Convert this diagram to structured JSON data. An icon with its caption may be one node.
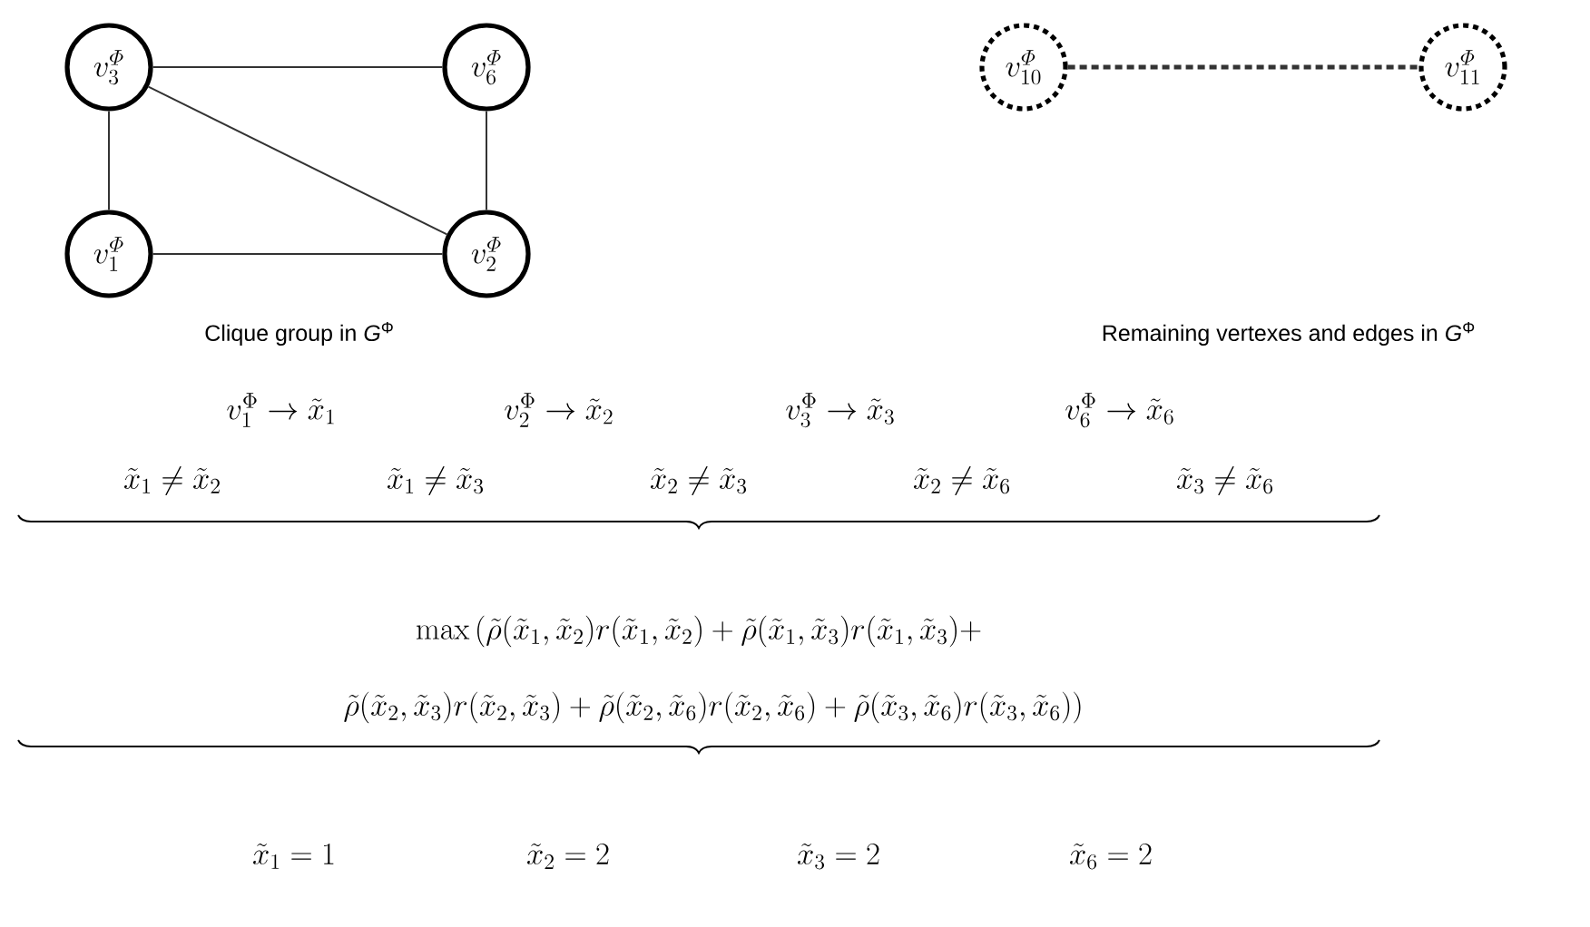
{
  "diagram": {
    "nodes": [
      {
        "text": [
          "v_{3}^{\\mathnormal{\\Phi}}"
        ]
      },
      {
        "text": [
          "v_{6}^{\\mathnormal{\\Phi}}"
        ]
      },
      {
        "text": [
          "v_{1}^{\\mathnormal{\\Phi}}"
        ]
      },
      {
        "text": [
          "v_{2}^{\\mathnormal{\\Phi}}"
        ]
      },
      {
        "text": [
          "v_{10}^{\\mathnormal{\\Phi}}"
        ]
      },
      {
        "text": [
          "v_{11}^{\\mathnormal{\\Phi}}"
        ]
      }
    ],
    "edges": [
      {
        "from": 0,
        "to": 1,
        "arrow": "none"
      },
      {
        "from": 0,
        "to": 2,
        "arrow": "none"
      },
      {
        "from": 0,
        "to": 3,
        "arrow": "none"
      },
      {
        "from": 1,
        "to": 3,
        "arrow": "none"
      },
      {
        "from": 2,
        "to": 3,
        "arrow": "none"
      },
      {
        "from": 4,
        "to": 5,
        "arrow": "none",
        "style": "dashed"
      }
    ],
    "labels": [
      "Clique group in *G*$^{Φ}$",
      "Remaining vertexes and edges in *G*$^{Φ}$",
      "v_{1}^{\\Phi} \\rightarrow \\tilde{x}_{1}",
      "v_{2}^{\\Phi} \\rightarrow \\tilde{x}_{2}",
      "v_{3}^{\\Phi} \\rightarrow \\tilde{x}_{3}",
      "v_{6}^{\\Phi} \\rightarrow \\tilde{x}_{6}",
      "\\tilde{x}_{1} \\neq \\tilde{x}_{2}",
      "\\tilde{x}_{1} \\neq \\tilde{x}_{3}",
      "\\tilde{x}_{2} \\neq \\tilde{x}_{3}",
      "\\tilde{x}_{2} \\neq \\tilde{x}_{6}",
      "\\tilde{x}_{3} \\neq \\tilde{x}_{6}",
      "\\max\\Big(\\tilde{\\rho}(\\tilde{x}_{1},\\tilde{x}_{2})r(\\tilde{x}_{1},\\tilde{x}_{2})+\\tilde{\\rho}(\\tilde{x}_{1},\\tilde{x}_{3})r(\\tilde{x}_{1},\\tilde{x}_{3})+",
      "\\tilde{\\rho}(\\tilde{x}_{2},\\tilde{x}_{3})r(\\tilde{x}_{2},\\tilde{x}_{3})+\\tilde{\\rho}(\\tilde{x}_{2},\\tilde{x}_{6})r(\\tilde{x}_{2},\\tilde{x}_{6})+\\tilde{\\rho}(\\tilde{x}_{3},\\tilde{x}_{6})r(\\tilde{x}_{3},\\tilde{x}_{6})\\Big)",
      "\\tilde{x}_{1} = 1",
      "\\tilde{x}_{2} = 2",
      "\\tilde{x}_{3} = 2",
      "\\tilde{x}_{6} = 2"
    ]
  }
}
